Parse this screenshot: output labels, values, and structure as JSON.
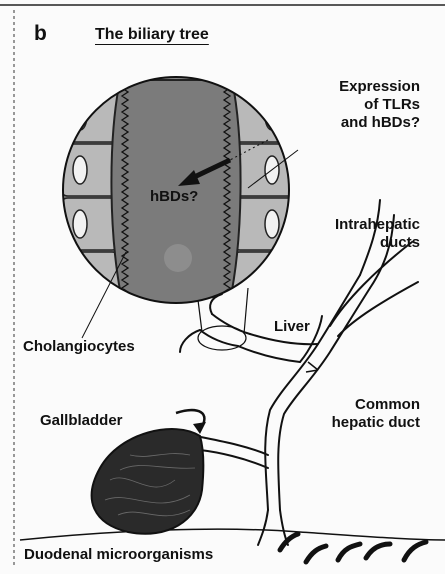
{
  "figure": {
    "panel_letter": "b",
    "title": "The biliary tree",
    "labels": {
      "expression_line1": "Expression",
      "expression_line2": "of TLRs",
      "expression_line3": "and hBDs?",
      "hbds": "hBDs?",
      "intrahepatic_line1": "Intrahepatic",
      "intrahepatic_line2": "ducts",
      "liver": "Liver",
      "cholangiocytes": "Cholangiocytes",
      "gallbladder": "Gallbladder",
      "common_line1": "Common",
      "common_line2": "hepatic duct",
      "duodenal": "Duodenal microorganisms"
    }
  },
  "colors": {
    "ink": "#111111",
    "duct_fill": "#8a8a8a",
    "cell_fill": "#b9b9b9",
    "lumen_fill": "#7b7b7b",
    "gallbladder_fill": "#2a2a2a"
  }
}
